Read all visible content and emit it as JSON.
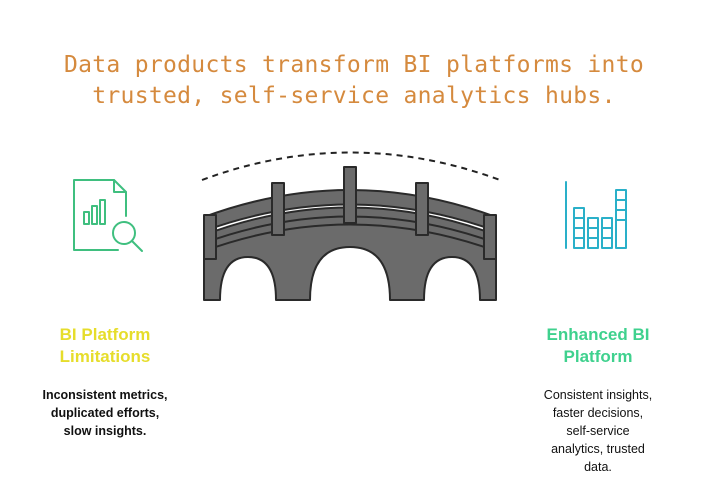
{
  "colors": {
    "title": "#d58a3e",
    "left_accent": "#3fbf7f",
    "left_heading": "#e6dd2b",
    "right_accent": "#2ab0c9",
    "right_heading": "#3fd18e",
    "bridge_fill": "#6b6b6b",
    "bridge_stroke": "#2a2a2a"
  },
  "title": {
    "line1": "Data products transform BI platforms into",
    "line2": "trusted, self-service analytics hubs."
  },
  "left": {
    "icon": "document-chart-magnifier-icon",
    "heading_line1": "BI Platform",
    "heading_line2": "Limitations",
    "desc_lines": [
      "Inconsistent metrics,",
      "duplicated efforts,",
      "slow insights."
    ]
  },
  "center": {
    "icon": "bridge-icon"
  },
  "right": {
    "icon": "stacked-bar-chart-icon",
    "heading_line1": "Enhanced BI",
    "heading_line2": "Platform",
    "desc_lines": [
      "Consistent insights,",
      "faster decisions,",
      "self-service",
      "analytics, trusted",
      "data."
    ]
  }
}
